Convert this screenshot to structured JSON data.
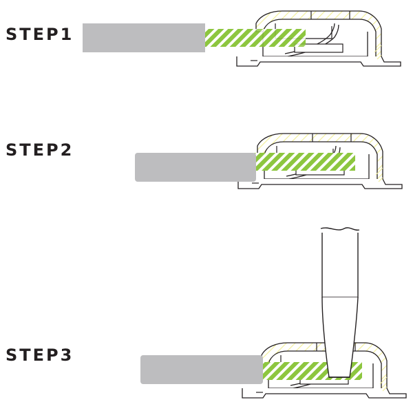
{
  "steps": [
    {
      "label": "STEP1"
    },
    {
      "label": "STEP2"
    },
    {
      "label": "STEP3"
    }
  ],
  "colors": {
    "cable": "#bdbdbf",
    "conductor": "#8dc63f",
    "line": "#231f20",
    "housing_hatch": "#f2ef9c"
  }
}
